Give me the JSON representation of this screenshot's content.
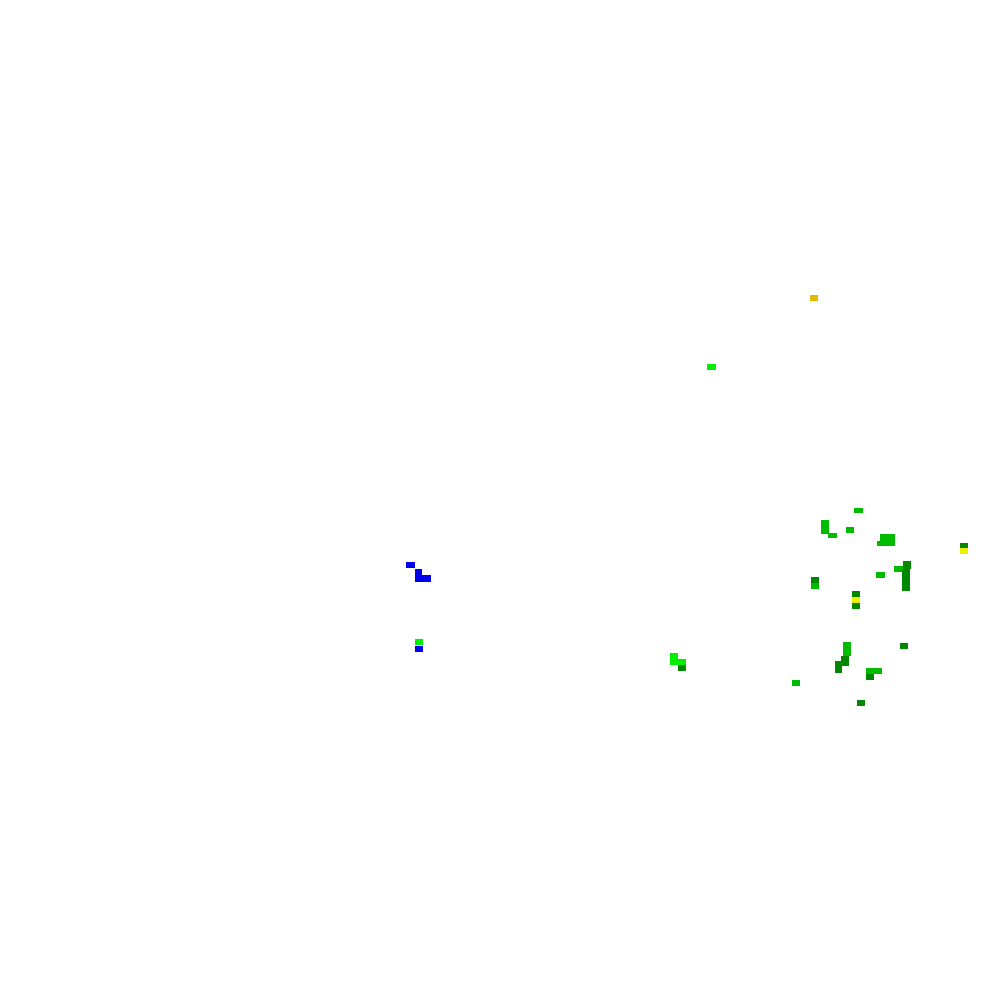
{
  "background_color": "#ffffff",
  "palette": {
    "blue": "#0000ee",
    "bright_green": "#00ee00",
    "medium_green": "#00bb00",
    "dark_green": "#008800",
    "yellow": "#eeee00",
    "gold": "#e6b800"
  },
  "pixel_clusters": [
    {
      "name": "gold-pixel-group",
      "color": "gold"
    },
    {
      "name": "bright-green-pixel-group",
      "color": "bright_green"
    },
    {
      "name": "blue-pixel-group",
      "color": "blue"
    },
    {
      "name": "medium-green-pixel-group",
      "color": "medium_green"
    },
    {
      "name": "dark-green-pixel-group",
      "color": "dark_green"
    },
    {
      "name": "yellow-pixel-group",
      "color": "yellow"
    }
  ]
}
